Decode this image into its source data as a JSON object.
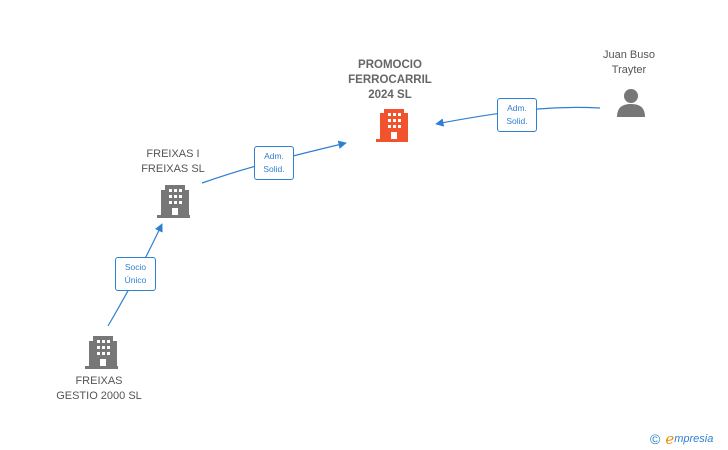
{
  "nodes": {
    "promocio": {
      "label": "PROMOCIO\nFERROCARRIL\n2024  SL",
      "color": "#f0532d"
    },
    "freixas_i": {
      "label": "FREIXAS I\nFREIXAS SL",
      "color": "#777777"
    },
    "freixas_gestio": {
      "label": "FREIXAS\nGESTIO 2000  SL",
      "color": "#777777"
    },
    "juan_buso": {
      "label": "Juan Buso\nTrayter",
      "color": "#777777"
    }
  },
  "edges": {
    "juan_to_promocio": {
      "label": "Adm.\nSolid."
    },
    "freixas_i_to_promocio": {
      "label": "Adm.\nSolid."
    },
    "gestio_to_freixas_i": {
      "label": "Socio\nÚnico"
    }
  },
  "colors": {
    "accent": "#2f7fd1",
    "highlight": "#f0532d",
    "neutral": "#777777"
  },
  "footer": {
    "copyright_symbol": "©",
    "brand_initial": "e",
    "brand_rest": "mpresia"
  }
}
